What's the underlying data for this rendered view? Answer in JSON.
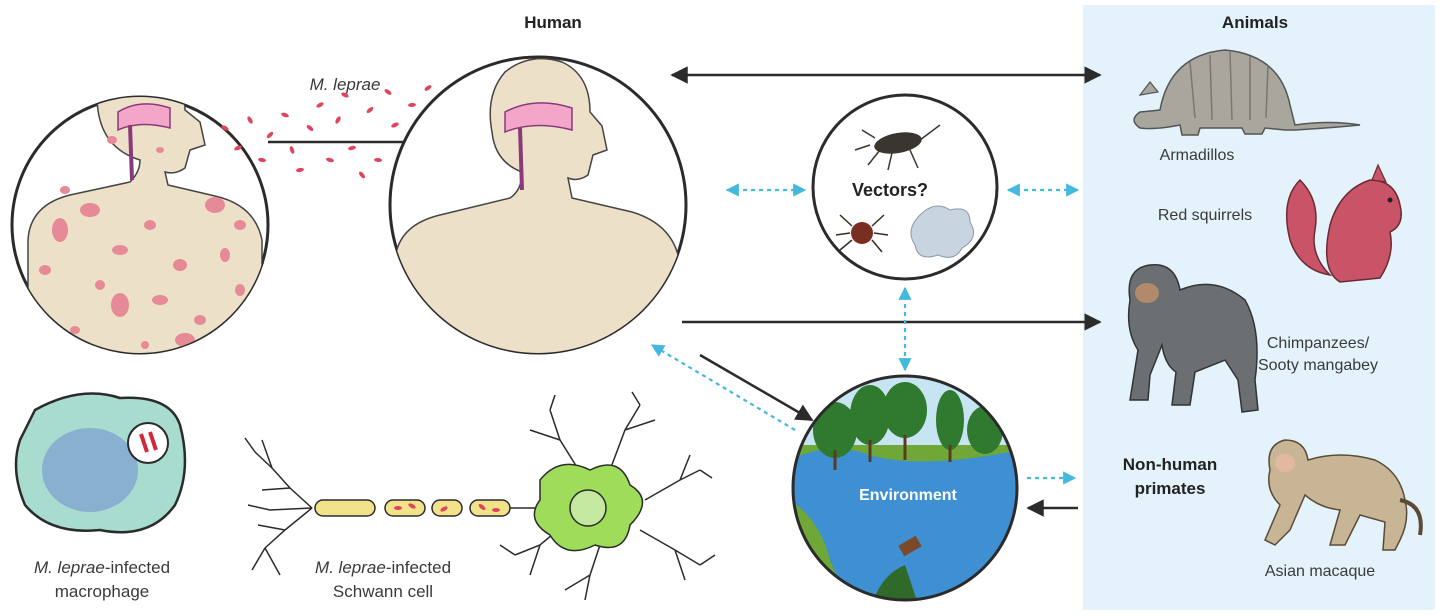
{
  "labels": {
    "human": "Human",
    "animals": "Animals",
    "pathogen": "M. leprae",
    "vectors": "Vectors?",
    "environment": "Environment",
    "armadillos": "Armadillos",
    "red_squirrels": "Red squirrels",
    "chimp_line1": "Chimpanzees/",
    "chimp_line2": "Sooty mangabey",
    "nhp_line1": "Non-human",
    "nhp_line2": "primates",
    "asian_macaque": "Asian macaque",
    "macrophage_italic": "M. leprae",
    "macrophage_suffix": "-infected",
    "macrophage_line2": "macrophage",
    "schwann_italic": "M. leprae",
    "schwann_suffix": "-infected",
    "schwann_line2": "Schwann cell"
  },
  "colors": {
    "animals_panel": "#e3f2fb",
    "skin": "#ede0c8",
    "lesion": "#e58a96",
    "bacteria": "#e0445a",
    "dashed_arrow": "#44b8dd",
    "solid_arrow": "#2b2b2b",
    "macrophage": "#a8dccf",
    "nucleus": "#8ab0d0",
    "neuron": "#9edc5a",
    "water": "#3f8fd3",
    "armadillo": "#a9a69d",
    "squirrel": "#c95468",
    "chimp": "#6b6f72",
    "macaque": "#c8b596"
  }
}
